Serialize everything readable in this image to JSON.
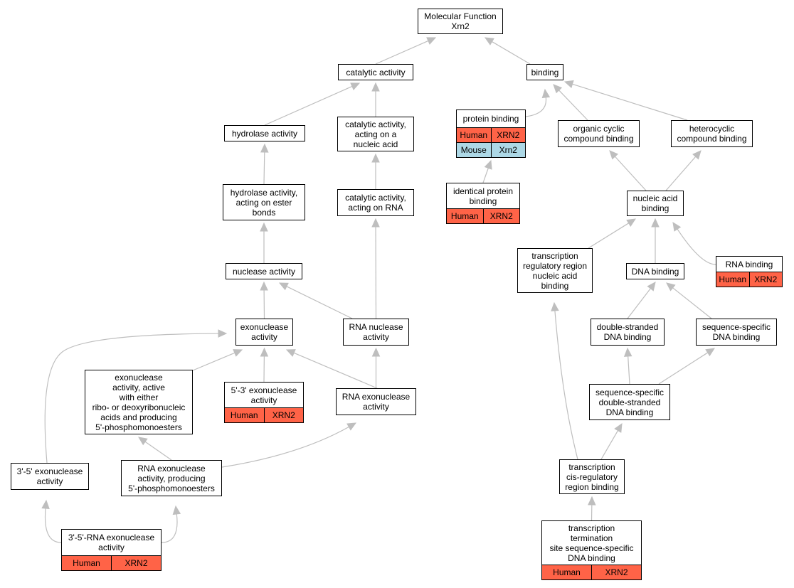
{
  "colors": {
    "human": "#ff6347",
    "mouse": "#add8e6",
    "edge": "#bebebe",
    "border": "#000000"
  },
  "nodes": {
    "mf": {
      "label": "Molecular Function\nXrn2"
    },
    "catalytic": {
      "label": "catalytic activity"
    },
    "binding": {
      "label": "binding"
    },
    "hydrolase": {
      "label": "hydrolase activity"
    },
    "cat_nucleic": {
      "label": "catalytic activity,\nacting on a\nnucleic acid"
    },
    "protein_binding": {
      "label": "protein binding",
      "ann": [
        {
          "species": "Human",
          "gene": "XRN2"
        },
        {
          "species": "Mouse",
          "gene": "Xrn2"
        }
      ]
    },
    "organic_cyclic": {
      "label": "organic cyclic\ncompound binding"
    },
    "heterocyclic": {
      "label": "heterocyclic\ncompound binding"
    },
    "hydrolase_ester": {
      "label": "hydrolase activity,\nacting on ester\nbonds"
    },
    "cat_rna": {
      "label": "catalytic activity,\nacting on RNA"
    },
    "identical_protein": {
      "label": "identical protein\nbinding",
      "ann": [
        {
          "species": "Human",
          "gene": "XRN2"
        }
      ]
    },
    "nucleic_acid_binding": {
      "label": "nucleic acid\nbinding"
    },
    "nuclease": {
      "label": "nuclease activity"
    },
    "tr_reg_region": {
      "label": "transcription\nregulatory region\nnucleic acid\nbinding"
    },
    "dna_binding": {
      "label": "DNA binding"
    },
    "rna_binding": {
      "label": "RNA binding",
      "ann": [
        {
          "species": "Human",
          "gene": "XRN2"
        }
      ]
    },
    "exonuclease": {
      "label": "exonuclease\nactivity"
    },
    "rna_nuclease": {
      "label": "RNA nuclease\nactivity"
    },
    "ds_dna": {
      "label": "double-stranded\nDNA binding"
    },
    "seq_dna": {
      "label": "sequence-specific\nDNA binding"
    },
    "exo_ribo": {
      "label": "exonuclease\nactivity, active\nwith either\nribo- or deoxyribonucleic\nacids and producing\n5'-phosphomonoesters"
    },
    "exo_53": {
      "label": "5'-3' exonuclease\nactivity",
      "ann": [
        {
          "species": "Human",
          "gene": "XRN2"
        }
      ]
    },
    "rna_exo": {
      "label": "RNA exonuclease\nactivity"
    },
    "seq_ds_dna": {
      "label": "sequence-specific\ndouble-stranded\nDNA binding"
    },
    "exo_35": {
      "label": "3'-5' exonuclease\nactivity"
    },
    "rna_exo_5p": {
      "label": "RNA exonuclease\nactivity, producing\n5'-phosphomonoesters"
    },
    "tr_cis": {
      "label": "transcription\ncis-regulatory\nregion binding"
    },
    "exo_35_rna": {
      "label": "3'-5'-RNA exonuclease\nactivity",
      "ann": [
        {
          "species": "Human",
          "gene": "XRN2"
        }
      ]
    },
    "tr_term": {
      "label": "transcription\ntermination\nsite sequence-specific\nDNA binding",
      "ann": [
        {
          "species": "Human",
          "gene": "XRN2"
        }
      ]
    }
  },
  "edges": [
    {
      "from": "catalytic",
      "to": "mf"
    },
    {
      "from": "binding",
      "to": "mf"
    },
    {
      "from": "hydrolase",
      "to": "catalytic"
    },
    {
      "from": "cat_nucleic",
      "to": "catalytic"
    },
    {
      "from": "protein_binding",
      "to": "binding"
    },
    {
      "from": "organic_cyclic",
      "to": "binding"
    },
    {
      "from": "heterocyclic",
      "to": "binding"
    },
    {
      "from": "hydrolase_ester",
      "to": "hydrolase"
    },
    {
      "from": "cat_rna",
      "to": "cat_nucleic"
    },
    {
      "from": "identical_protein",
      "to": "protein_binding"
    },
    {
      "from": "nucleic_acid_binding",
      "to": "organic_cyclic"
    },
    {
      "from": "nucleic_acid_binding",
      "to": "heterocyclic"
    },
    {
      "from": "nuclease",
      "to": "hydrolase_ester"
    },
    {
      "from": "rna_nuclease",
      "to": "cat_rna"
    },
    {
      "from": "tr_reg_region",
      "to": "nucleic_acid_binding"
    },
    {
      "from": "dna_binding",
      "to": "nucleic_acid_binding"
    },
    {
      "from": "rna_binding",
      "to": "nucleic_acid_binding"
    },
    {
      "from": "exonuclease",
      "to": "nuclease"
    },
    {
      "from": "rna_nuclease",
      "to": "nuclease"
    },
    {
      "from": "ds_dna",
      "to": "dna_binding"
    },
    {
      "from": "seq_dna",
      "to": "dna_binding"
    },
    {
      "from": "exo_ribo",
      "to": "exonuclease"
    },
    {
      "from": "exo_53",
      "to": "exonuclease"
    },
    {
      "from": "rna_exo",
      "to": "exonuclease"
    },
    {
      "from": "rna_exo",
      "to": "rna_nuclease"
    },
    {
      "from": "exo_35",
      "to": "exonuclease"
    },
    {
      "from": "seq_ds_dna",
      "to": "ds_dna"
    },
    {
      "from": "seq_ds_dna",
      "to": "seq_dna"
    },
    {
      "from": "rna_exo_5p",
      "to": "exo_ribo"
    },
    {
      "from": "rna_exo_5p",
      "to": "rna_exo"
    },
    {
      "from": "tr_cis",
      "to": "seq_ds_dna"
    },
    {
      "from": "tr_cis",
      "to": "tr_reg_region"
    },
    {
      "from": "exo_35_rna",
      "to": "exo_35"
    },
    {
      "from": "exo_35_rna",
      "to": "rna_exo_5p"
    },
    {
      "from": "tr_term",
      "to": "tr_cis"
    }
  ]
}
